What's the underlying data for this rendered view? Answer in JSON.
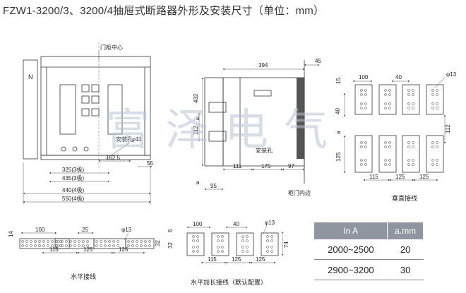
{
  "title": "FZW1-3200/3、3200/4抽屉式断路器外形及安装尺寸（单位：mm）",
  "watermark": "富泽电气",
  "front_view": {
    "door_center": "门柜中心",
    "n_label": "N",
    "mount_hole": "安装孔",
    "hole_dia": "φ11",
    "d_162_5": "162.5",
    "d_55": "55",
    "d_325": "325(3极)",
    "d_435": "435(3极)",
    "d_440": "440(4极)",
    "d_550": "550(4极)"
  },
  "side_view": {
    "d_394": "394",
    "d_45": "45",
    "d_432": "432",
    "d_a": "a",
    "d_112": "112",
    "mount_hole": "安装孔",
    "d_111": "111",
    "d_175": "175",
    "d_97": "97",
    "d_95": "95",
    "d_a2": "a",
    "cabinet_inner": "柜门内边"
  },
  "vertical": {
    "d_100": "100",
    "d_40": "40",
    "d_13": "φ13",
    "d_15": "15",
    "d_40b": "40",
    "d_a": "a",
    "d_125": "125",
    "d_115": "115",
    "d_125b": "125",
    "d_125c": "125",
    "d_112": "112",
    "label": "垂直接线"
  },
  "horizontal": {
    "d_14": "14",
    "d_100": "100",
    "d_25": "25",
    "d_13": "φ13",
    "d_32": "32",
    "d_115": "115",
    "d_125": "125",
    "d_125b": "125",
    "label": "水平接线"
  },
  "horizontal_ext": {
    "d_100": "100",
    "d_40": "40",
    "d_13": "φ13",
    "d_6": "6",
    "d_32": "32",
    "d_74": "74",
    "d_115": "115",
    "d_125": "125",
    "d_125b": "125",
    "label": "水平加长接线（默认配置）"
  },
  "spec_table": {
    "head_current": "In A",
    "head_a": "a.mm",
    "rows": [
      {
        "current": "2000~2500",
        "a": "20"
      },
      {
        "current": "2900~3200",
        "a": "30"
      }
    ]
  }
}
